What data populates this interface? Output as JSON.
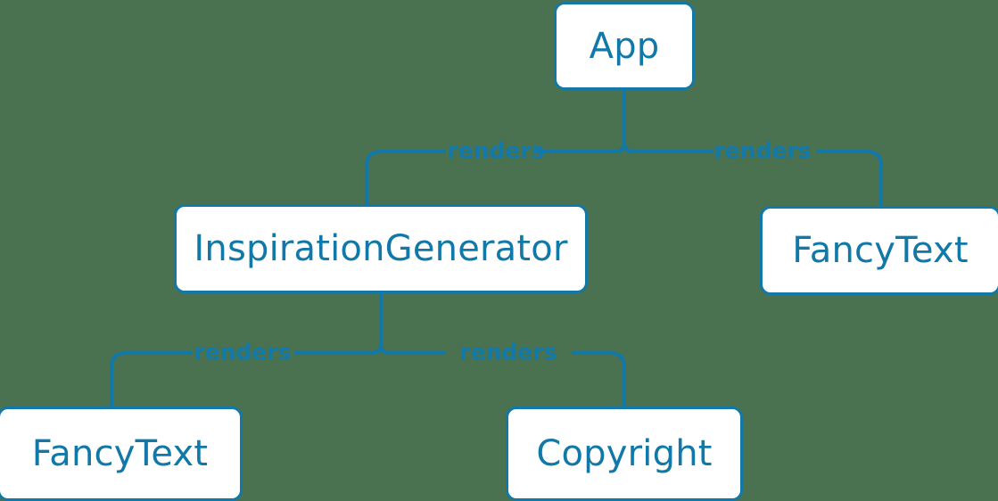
{
  "diagram": {
    "type": "component-tree",
    "background_color": "#4a7150",
    "accent_color": "#1178a8",
    "node_fill_color": "#ffffff",
    "nodes": [
      {
        "id": "app",
        "label": "App"
      },
      {
        "id": "inspiration",
        "label": "InspirationGenerator"
      },
      {
        "id": "fancytext_r",
        "label": "FancyText"
      },
      {
        "id": "fancytext_bl",
        "label": "FancyText"
      },
      {
        "id": "copyright",
        "label": "Copyright"
      }
    ],
    "edges": [
      {
        "from": "app",
        "to": "inspiration",
        "label": "renders"
      },
      {
        "from": "app",
        "to": "fancytext_r",
        "label": "renders"
      },
      {
        "from": "inspiration",
        "to": "fancytext_bl",
        "label": "renders"
      },
      {
        "from": "inspiration",
        "to": "copyright",
        "label": "renders"
      }
    ]
  }
}
